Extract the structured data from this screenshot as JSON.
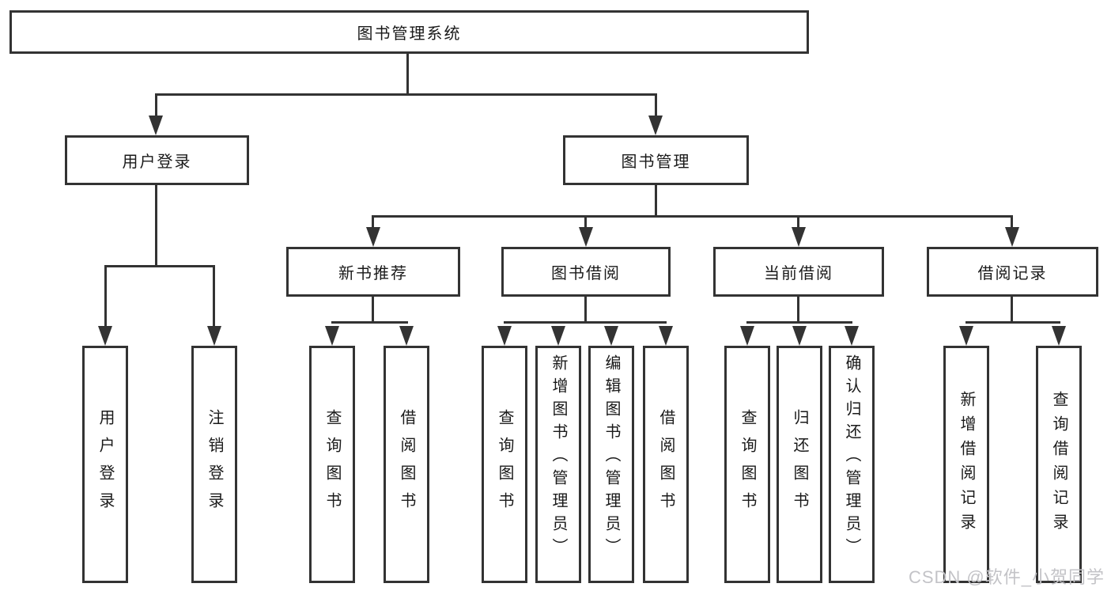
{
  "diagram": {
    "root": {
      "label": "图书管理系统"
    },
    "level1": [
      {
        "label": "用户登录"
      },
      {
        "label": "图书管理"
      }
    ],
    "level2": [
      {
        "label": "新书推荐"
      },
      {
        "label": "图书借阅"
      },
      {
        "label": "当前借阅"
      },
      {
        "label": "借阅记录"
      }
    ],
    "leaves": {
      "user_login": [
        "用户登录",
        "注销登录"
      ],
      "new_book": [
        "查询图书",
        "借阅图书"
      ],
      "book_borrow": [
        "查询图书",
        "新增图书（管理员）",
        "编辑图书（管理员）",
        "借阅图书"
      ],
      "current_borrow": [
        "查询图书",
        "归还图书",
        "确认归还（管理员）"
      ],
      "borrow_record": [
        "新增借阅记录",
        "查询借阅记录"
      ]
    }
  },
  "watermark": "CSDN @软件_小贺同学",
  "colors": {
    "line": "#333333",
    "text": "#1a1a1a",
    "watermark": "#c3c3c7",
    "background": "#ffffff"
  }
}
